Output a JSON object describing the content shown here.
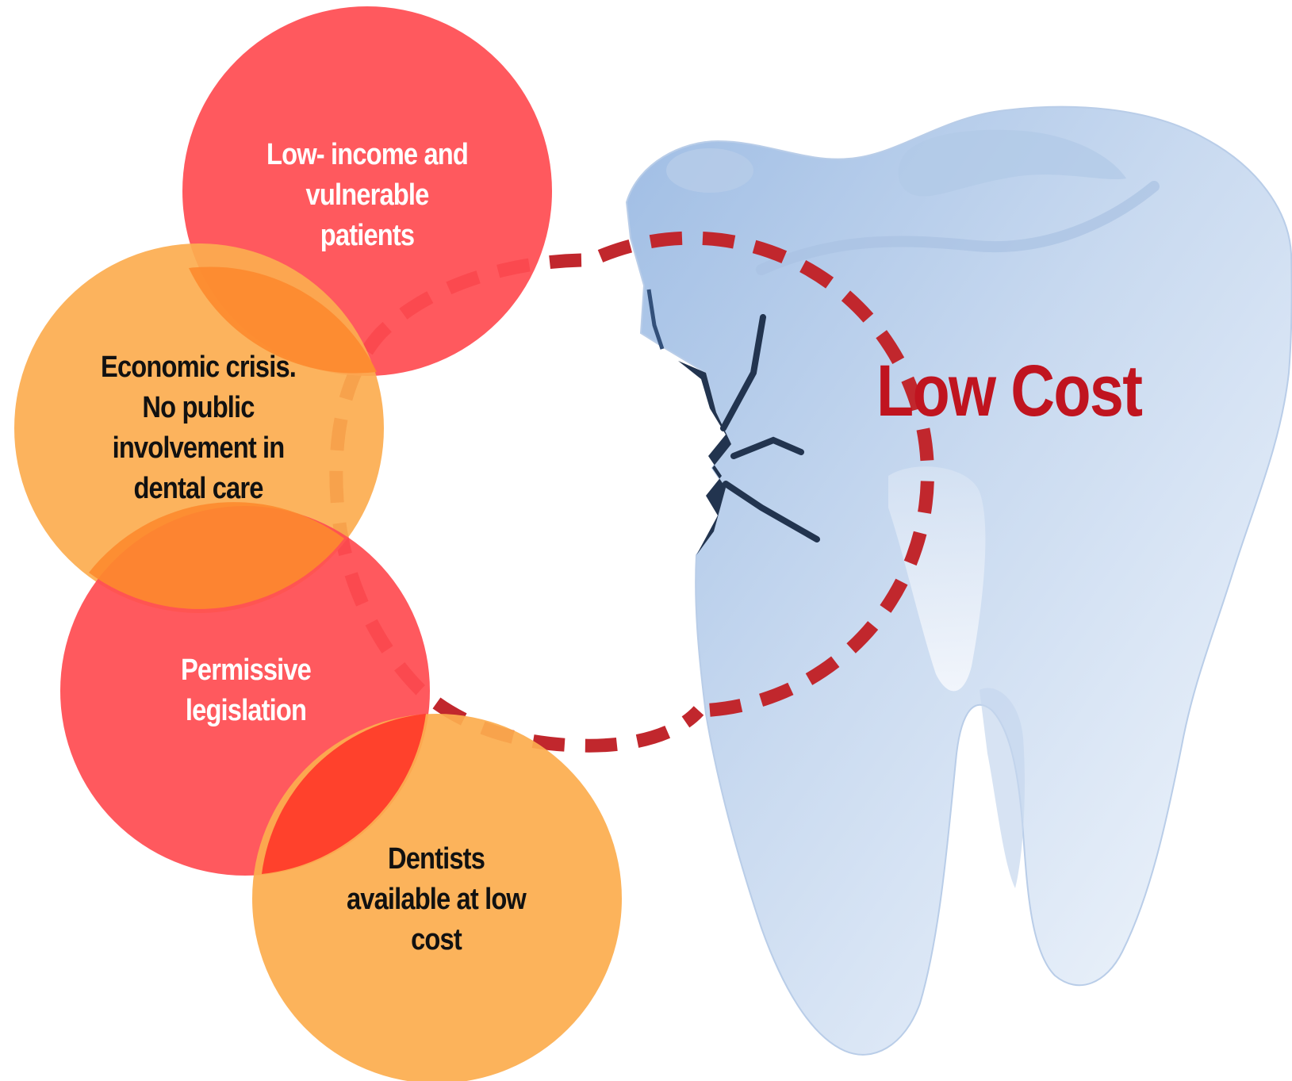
{
  "colors": {
    "circle_red": "#ff4c52",
    "circle_orange": "#fcad4f",
    "dashed_ring": "#c1272d",
    "heading": "#c0141f",
    "tooth_light": "#e8f0f9",
    "tooth_shade": "#a9c2e3",
    "crack": "#22344f"
  },
  "heading": {
    "text": "Low Cost"
  },
  "circles": [
    {
      "lines": [
        "Low- income and",
        "vulnerable",
        "patients"
      ]
    },
    {
      "lines": [
        "Economic crisis.",
        "No public",
        "involvement in",
        "dental care"
      ]
    },
    {
      "lines": [
        "Permissive",
        "legislation"
      ]
    },
    {
      "lines": [
        "Dentists",
        "available at low",
        "cost"
      ]
    }
  ]
}
